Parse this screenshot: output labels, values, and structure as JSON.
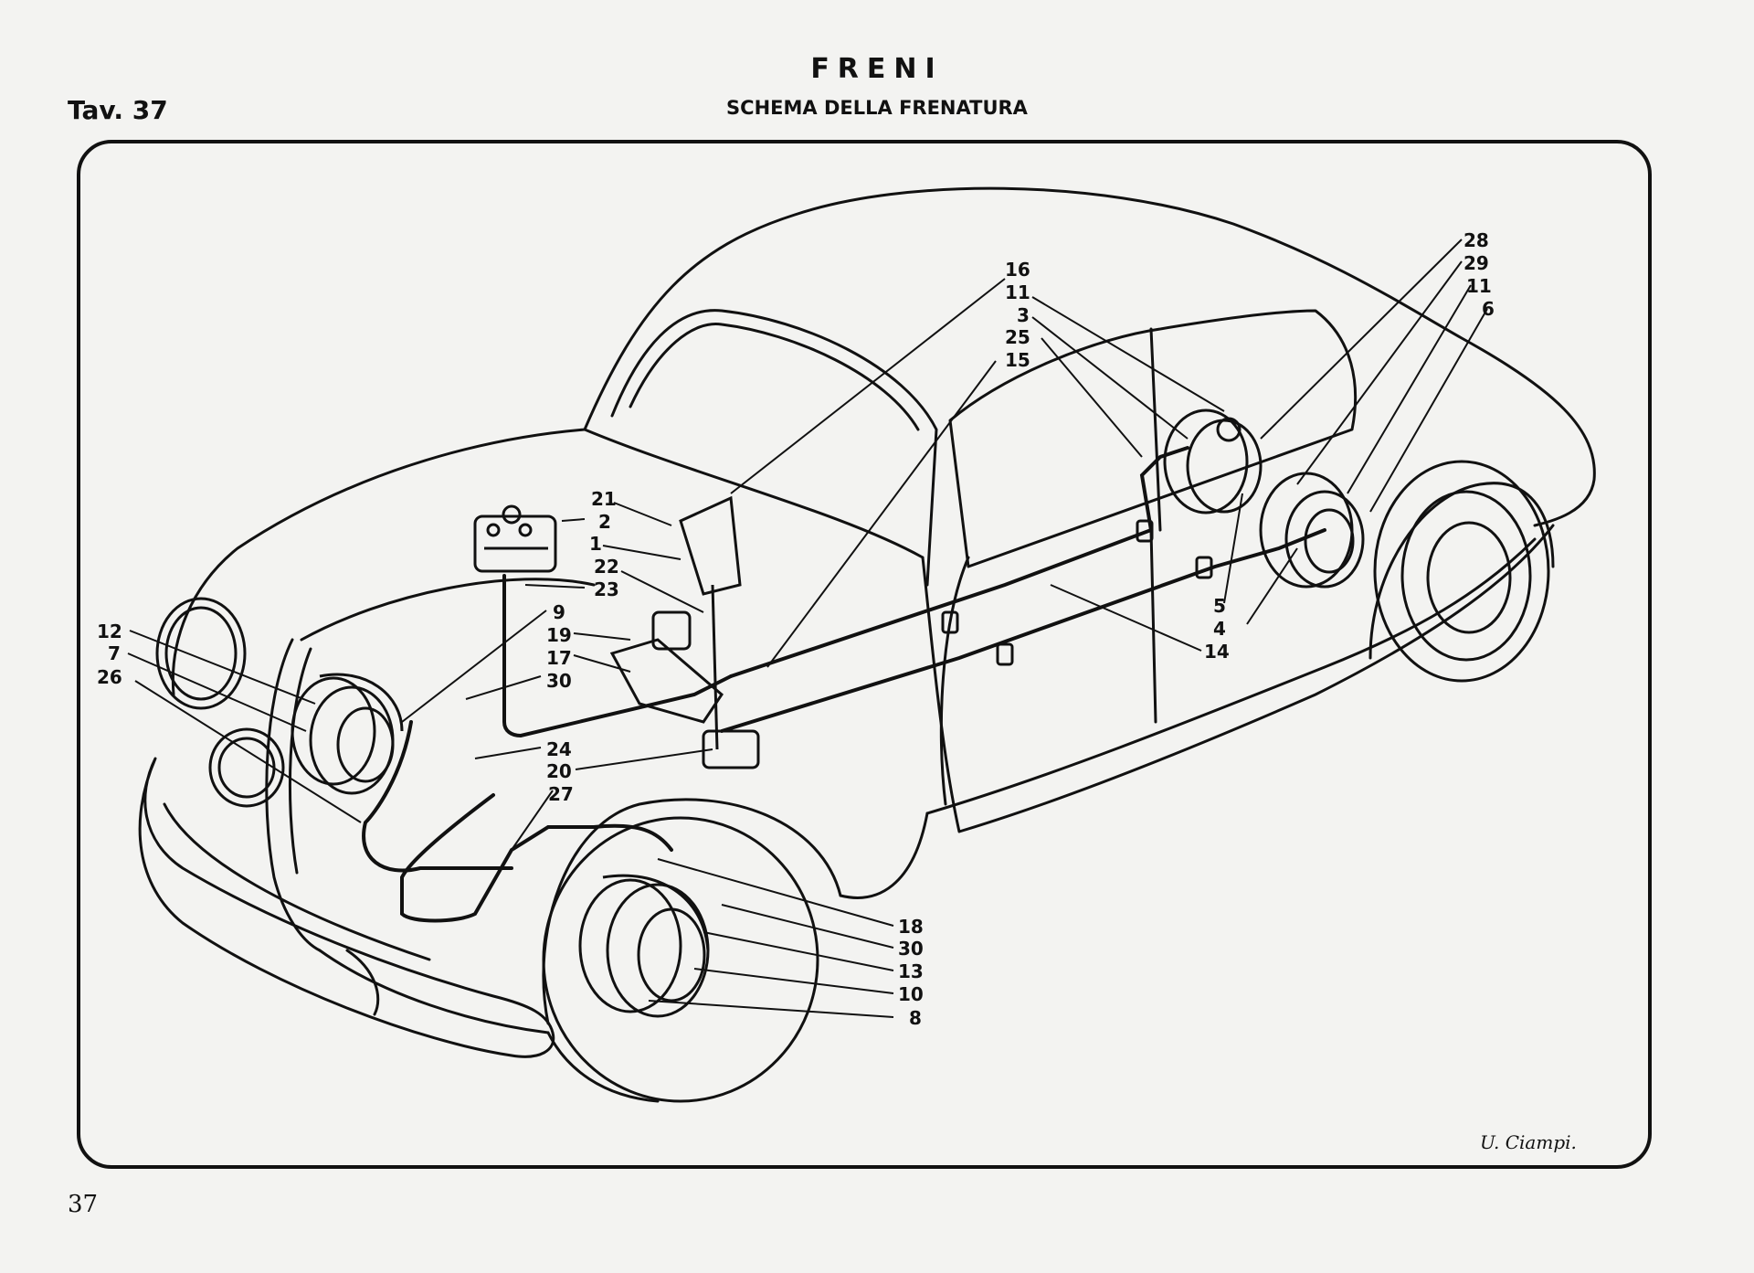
{
  "header": {
    "title": "FRENI",
    "subtitle": "SCHEMA DELLA FRENATURA",
    "plate": "Tav. 37"
  },
  "footer": {
    "page_number": "37",
    "signature": "U. Ciampi."
  },
  "callouts": {
    "left": [
      "12",
      "7",
      "26"
    ],
    "center_upper": [
      "21",
      "2",
      "1",
      "22",
      "23"
    ],
    "center_mid": [
      "9",
      "19",
      "17",
      "30"
    ],
    "center_low": [
      "24",
      "20",
      "27"
    ],
    "top_center": [
      "16",
      "11",
      "3",
      "25",
      "15"
    ],
    "top_right": [
      "28",
      "29",
      "11",
      "6"
    ],
    "right_mid": [
      "5",
      "4",
      "14"
    ],
    "bottom_right": [
      "18",
      "30",
      "13",
      "10",
      "8"
    ]
  },
  "colors": {
    "paper": "#f3f3f1",
    "ink": "#111111"
  }
}
